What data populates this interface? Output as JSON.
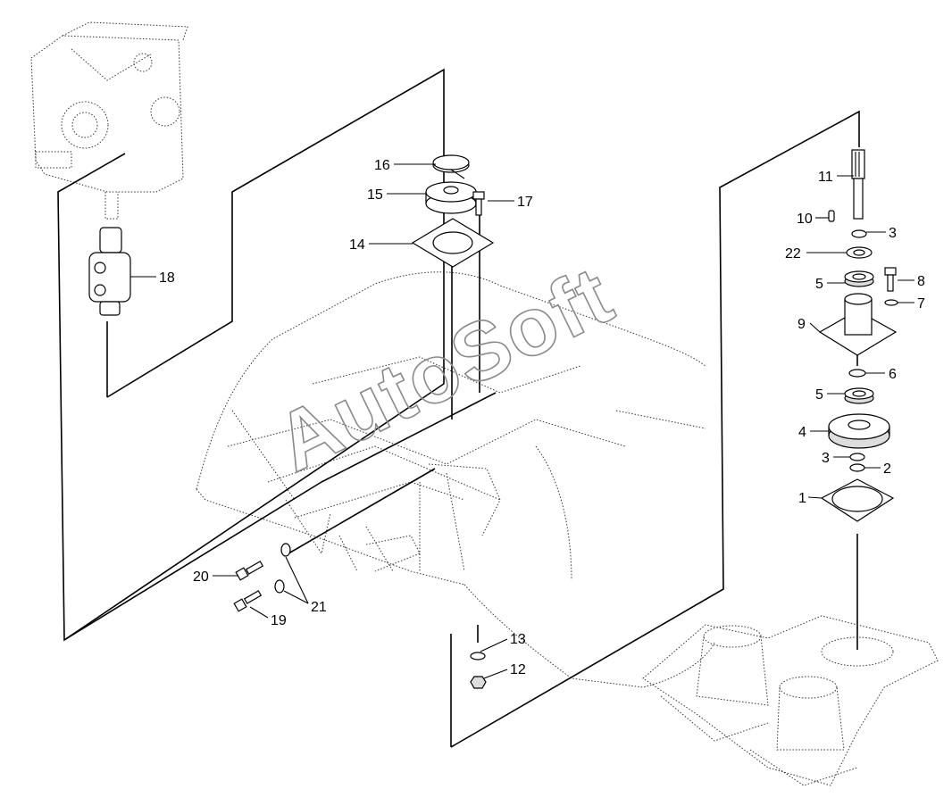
{
  "watermark": "AutoSoft",
  "callouts": {
    "c1": "1",
    "c2": "2",
    "c3a": "3",
    "c3b": "3",
    "c4": "4",
    "c5a": "5",
    "c5b": "5",
    "c6": "6",
    "c7": "7",
    "c8": "8",
    "c9": "9",
    "c10": "10",
    "c11": "11",
    "c12": "12",
    "c13": "13",
    "c14": "14",
    "c15": "15",
    "c16": "16",
    "c17": "17",
    "c18": "18",
    "c19": "19",
    "c20": "20",
    "c21": "21",
    "c22": "22"
  }
}
